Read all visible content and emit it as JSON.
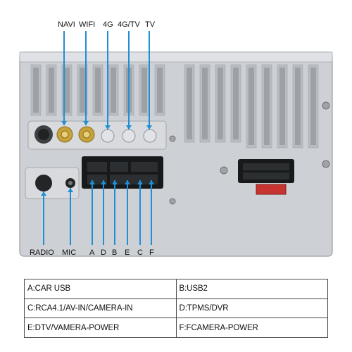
{
  "top_labels": {
    "navi": "NAVI",
    "wifi": "WIFI",
    "g4": "4G",
    "g4tv": "4G/TV",
    "tv": "TV"
  },
  "bottom_labels": {
    "radio": "RADIO",
    "mic": "MIC",
    "a": "A",
    "d": "D",
    "b": "B",
    "e": "E",
    "c": "C",
    "f": "F"
  },
  "legend": {
    "rows": [
      [
        "A:CAR USB",
        "B:USB2"
      ],
      [
        "C:RCA4.1/AV-IN/CAMERA-IN",
        "D:TPMS/DVR"
      ],
      [
        "E:DTV/VAMERA-POWER",
        "F:FCAMERA-POWER"
      ]
    ]
  },
  "colors": {
    "callout": "#1f8fd6",
    "panel": "#cdd0d4",
    "rib": "#b9bcc0",
    "slot": "#6f7377",
    "gold": "#c7a23a",
    "connector": "#1a1a1a",
    "fuse": "#c8342f"
  }
}
